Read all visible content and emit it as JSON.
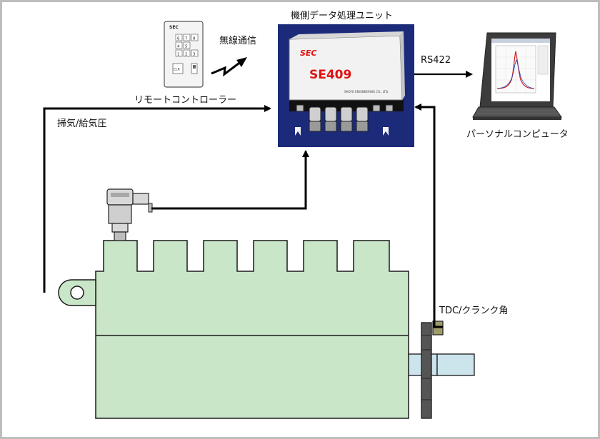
{
  "labels": {
    "unit_title": "機側データ処理ユニット",
    "wireless": "無線通信",
    "remote": "リモートコントローラー",
    "rs422": "RS422",
    "pc": "パーソナルコンピュータ",
    "scavenge": "掃気/給気圧",
    "tdc": "TDC/クランク角"
  },
  "unit": {
    "brand": "SEC",
    "model": "SE409",
    "maker": "SHOYO ENGINEERING CO., LTD."
  },
  "remote": {
    "brand": "SEC",
    "keys": [
      "6",
      "7",
      "8",
      "4",
      "5",
      "1",
      "2",
      "3"
    ],
    "clr": "CLR"
  },
  "colors": {
    "engine_fill": "#c9e6c9",
    "engine_stroke": "#1a1a1a",
    "unit_bg": "#1c2a7a",
    "box_fill": "#f2f2f2",
    "model_red": "#e01010",
    "frame": "#bdbdbd"
  }
}
